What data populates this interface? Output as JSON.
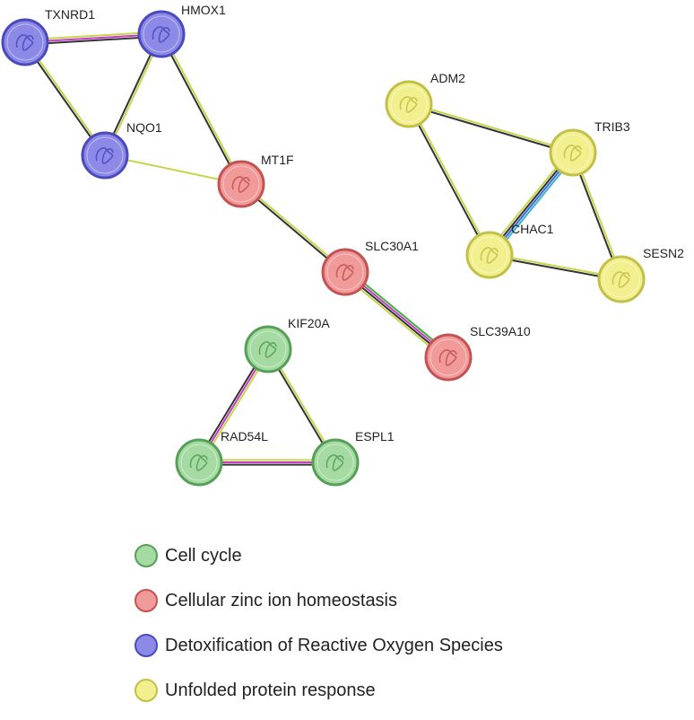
{
  "clusters": {
    "cell_cycle": {
      "fill": "#a5dba3",
      "stroke": "#55a056"
    },
    "zinc": {
      "fill": "#f09a9a",
      "stroke": "#c55252"
    },
    "ros": {
      "fill": "#8c8ae6",
      "stroke": "#4a4abf"
    },
    "upr": {
      "fill": "#f1ef8e",
      "stroke": "#c3c048"
    }
  },
  "nodes": [
    {
      "id": "TXNRD1",
      "label": "TXNRD1",
      "cluster": "ros"
    },
    {
      "id": "HMOX1",
      "label": "HMOX1",
      "cluster": "ros"
    },
    {
      "id": "NQO1",
      "label": "NQO1",
      "cluster": "ros"
    },
    {
      "id": "MT1F",
      "label": "MT1F",
      "cluster": "zinc"
    },
    {
      "id": "SLC30A1",
      "label": "SLC30A1",
      "cluster": "zinc"
    },
    {
      "id": "SLC39A10",
      "label": "SLC39A10",
      "cluster": "zinc"
    },
    {
      "id": "ADM2",
      "label": "ADM2",
      "cluster": "upr"
    },
    {
      "id": "TRIB3",
      "label": "TRIB3",
      "cluster": "upr"
    },
    {
      "id": "CHAC1",
      "label": "CHAC1",
      "cluster": "upr"
    },
    {
      "id": "SESN2",
      "label": "SESN2",
      "cluster": "upr"
    },
    {
      "id": "KIF20A",
      "label": "KIF20A",
      "cluster": "cell_cycle"
    },
    {
      "id": "RAD54L",
      "label": "RAD54L",
      "cluster": "cell_cycle"
    },
    {
      "id": "ESPL1",
      "label": "ESPL1",
      "cluster": "cell_cycle"
    }
  ],
  "edges": [
    {
      "source": "TXNRD1",
      "target": "HMOX1",
      "colors": [
        "#c6d64a",
        "#c43cc4",
        "#333333"
      ]
    },
    {
      "source": "TXNRD1",
      "target": "NQO1",
      "colors": [
        "#c6d64a",
        "#333333"
      ]
    },
    {
      "source": "HMOX1",
      "target": "NQO1",
      "colors": [
        "#c6d64a",
        "#333333"
      ]
    },
    {
      "source": "HMOX1",
      "target": "MT1F",
      "colors": [
        "#c6d64a",
        "#333333"
      ]
    },
    {
      "source": "NQO1",
      "target": "MT1F",
      "colors": [
        "#c6d64a"
      ]
    },
    {
      "source": "MT1F",
      "target": "SLC30A1",
      "colors": [
        "#c6d64a",
        "#333333"
      ]
    },
    {
      "source": "SLC30A1",
      "target": "SLC39A10",
      "colors": [
        "#3cb43c",
        "#c43cc4",
        "#333333",
        "#c6d64a"
      ]
    },
    {
      "source": "ADM2",
      "target": "TRIB3",
      "colors": [
        "#c6d64a",
        "#333333"
      ]
    },
    {
      "source": "ADM2",
      "target": "CHAC1",
      "colors": [
        "#c6d64a",
        "#333333"
      ]
    },
    {
      "source": "TRIB3",
      "target": "CHAC1",
      "colors": [
        "#39b3c8",
        "#3d6cd6",
        "#333333",
        "#c6d64a"
      ]
    },
    {
      "source": "TRIB3",
      "target": "SESN2",
      "colors": [
        "#c6d64a",
        "#333333"
      ]
    },
    {
      "source": "CHAC1",
      "target": "SESN2",
      "colors": [
        "#c6d64a",
        "#333333"
      ]
    },
    {
      "source": "KIF20A",
      "target": "RAD54L",
      "colors": [
        "#c6d64a",
        "#c43cc4",
        "#333333"
      ]
    },
    {
      "source": "KIF20A",
      "target": "ESPL1",
      "colors": [
        "#c6d64a",
        "#333333"
      ]
    },
    {
      "source": "RAD54L",
      "target": "ESPL1",
      "colors": [
        "#c6d64a",
        "#c43cc4",
        "#333333"
      ]
    }
  ],
  "legend": [
    {
      "label": "Cell cycle",
      "cluster": "cell_cycle"
    },
    {
      "label": "Cellular zinc ion homeostasis",
      "cluster": "zinc"
    },
    {
      "label": "Detoxification of Reactive Oxygen Species",
      "cluster": "ros"
    },
    {
      "label": "Unfolded protein response",
      "cluster": "upr"
    }
  ]
}
